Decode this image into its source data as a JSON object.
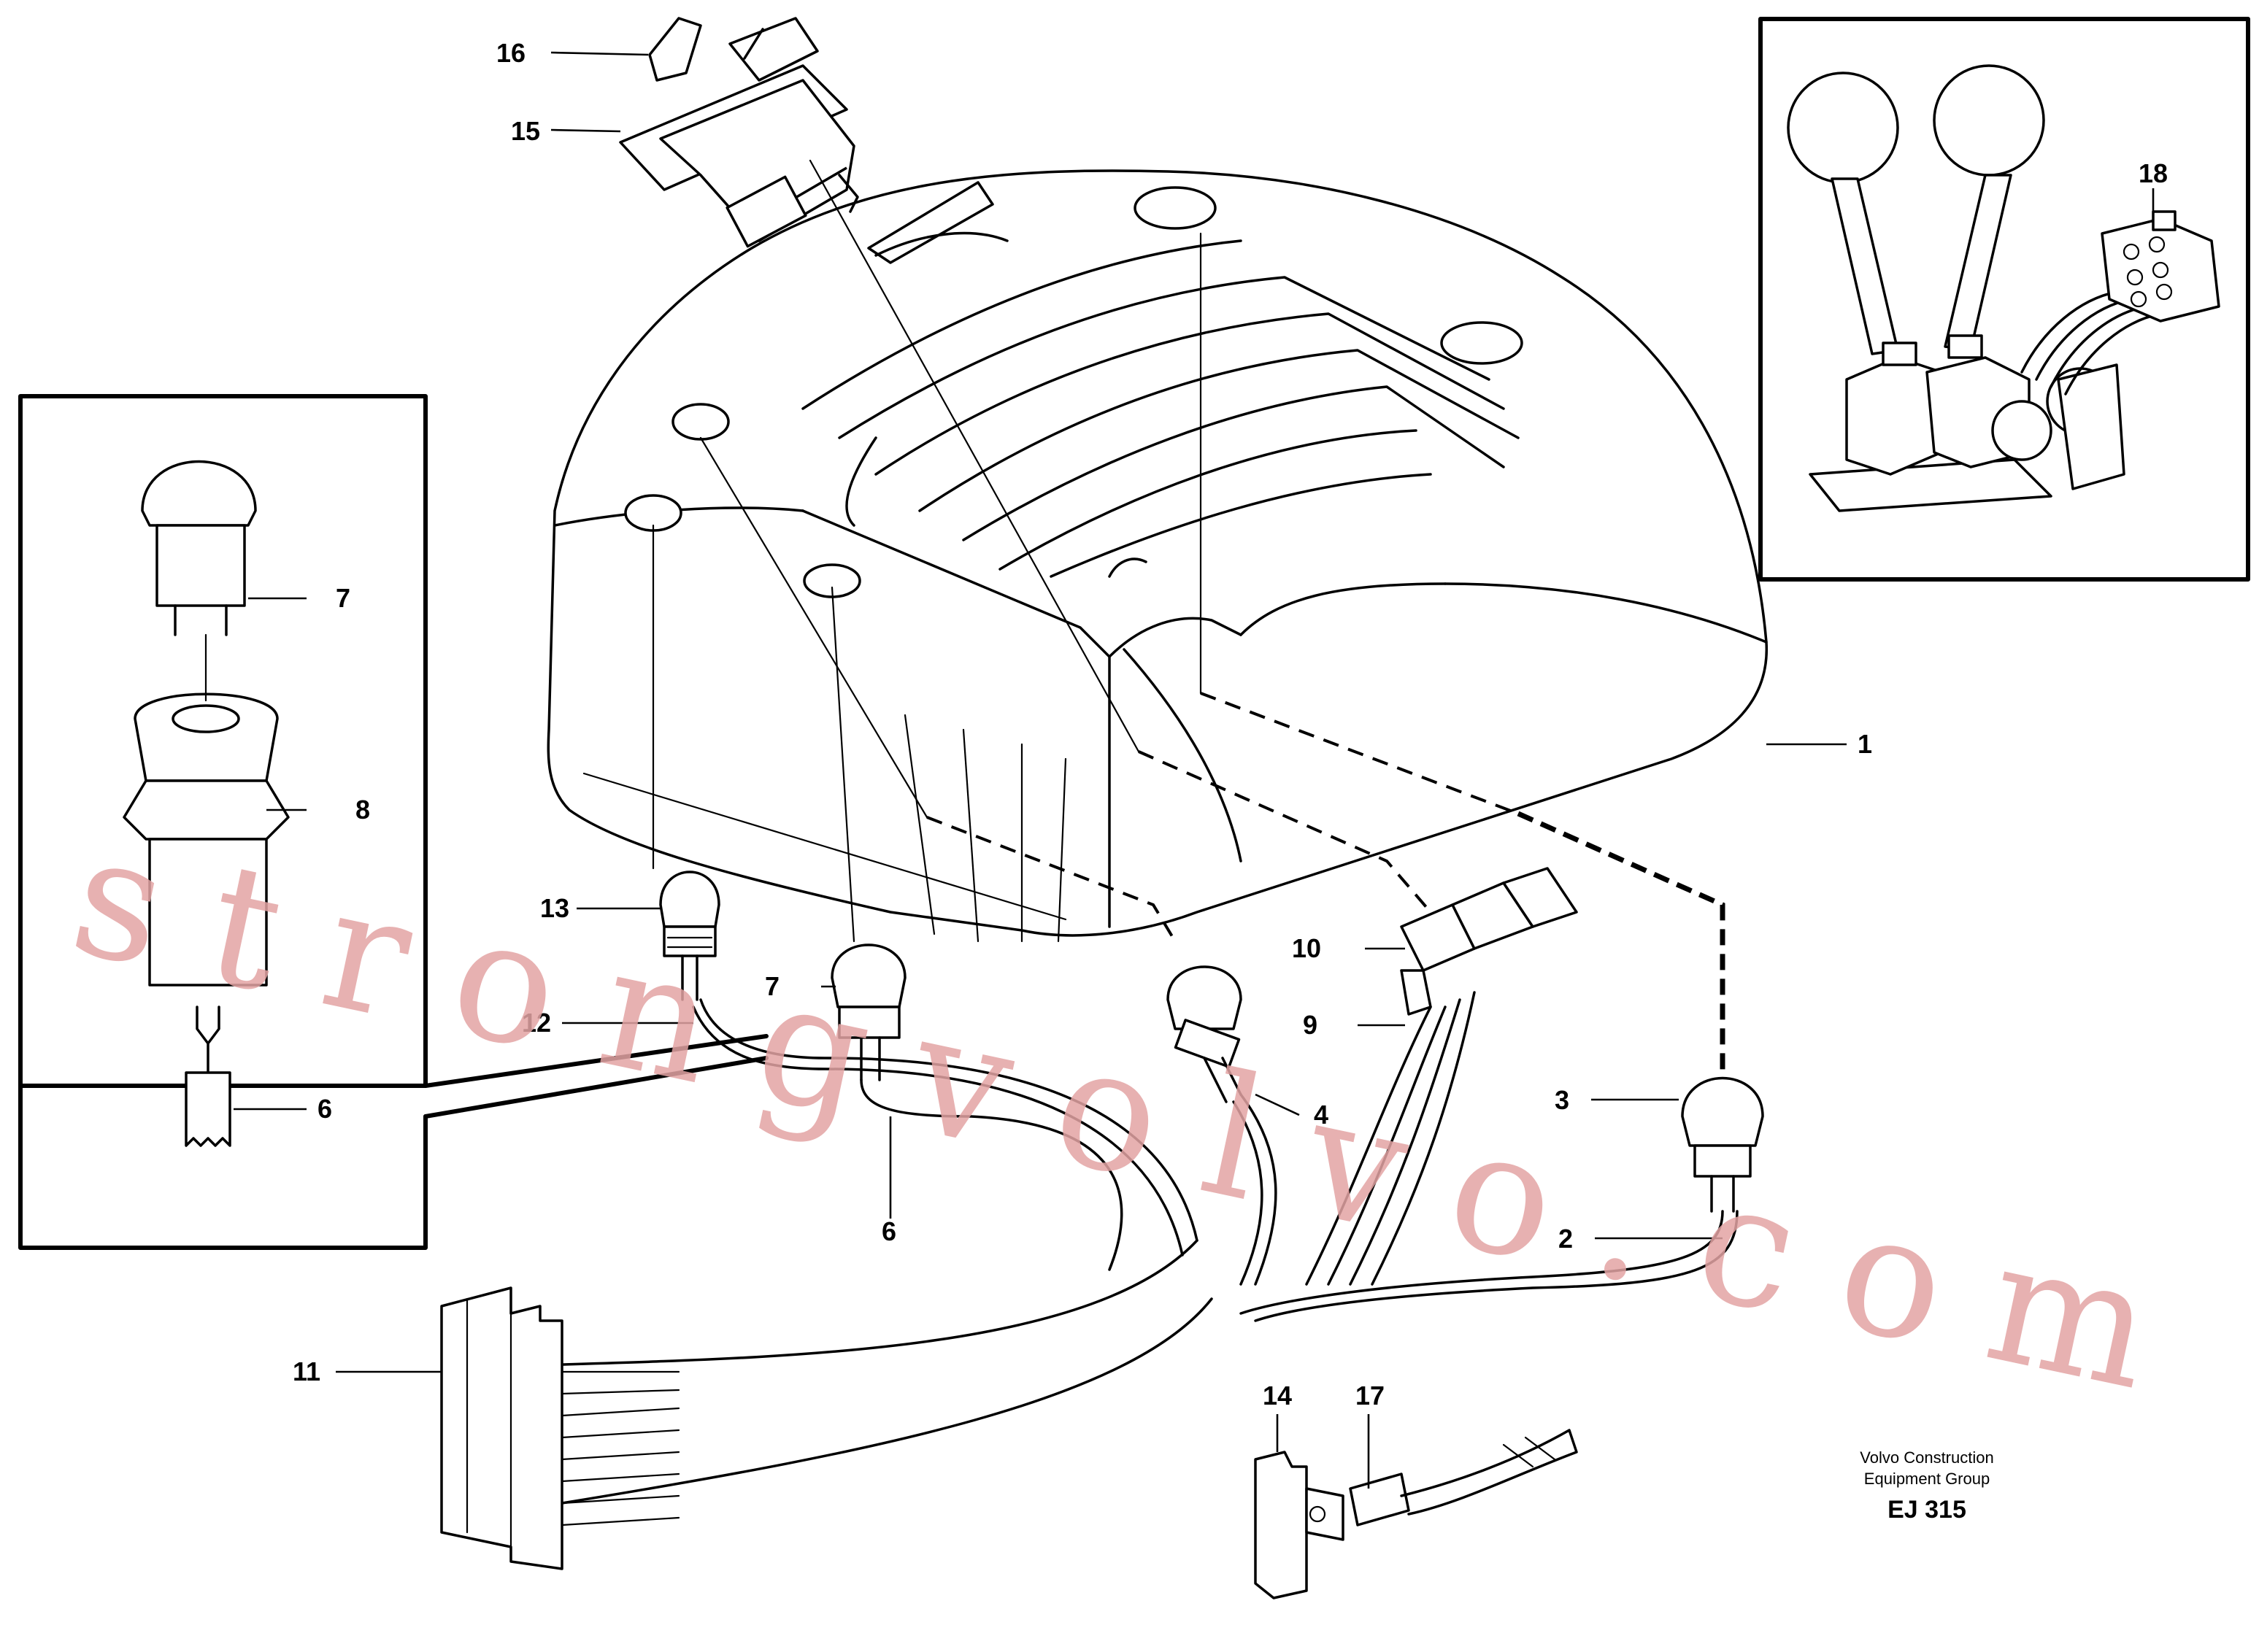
{
  "diagram": {
    "part_labels": [
      "1",
      "2",
      "3",
      "4",
      "6",
      "6",
      "7",
      "7",
      "8",
      "9",
      "10",
      "11",
      "12",
      "13",
      "14",
      "15",
      "16",
      "17",
      "18"
    ],
    "watermark": "strongvolvo.com",
    "footer": {
      "org_line1": "Volvo Construction",
      "org_line2": "Equipment Group",
      "code": "EJ 315"
    }
  }
}
